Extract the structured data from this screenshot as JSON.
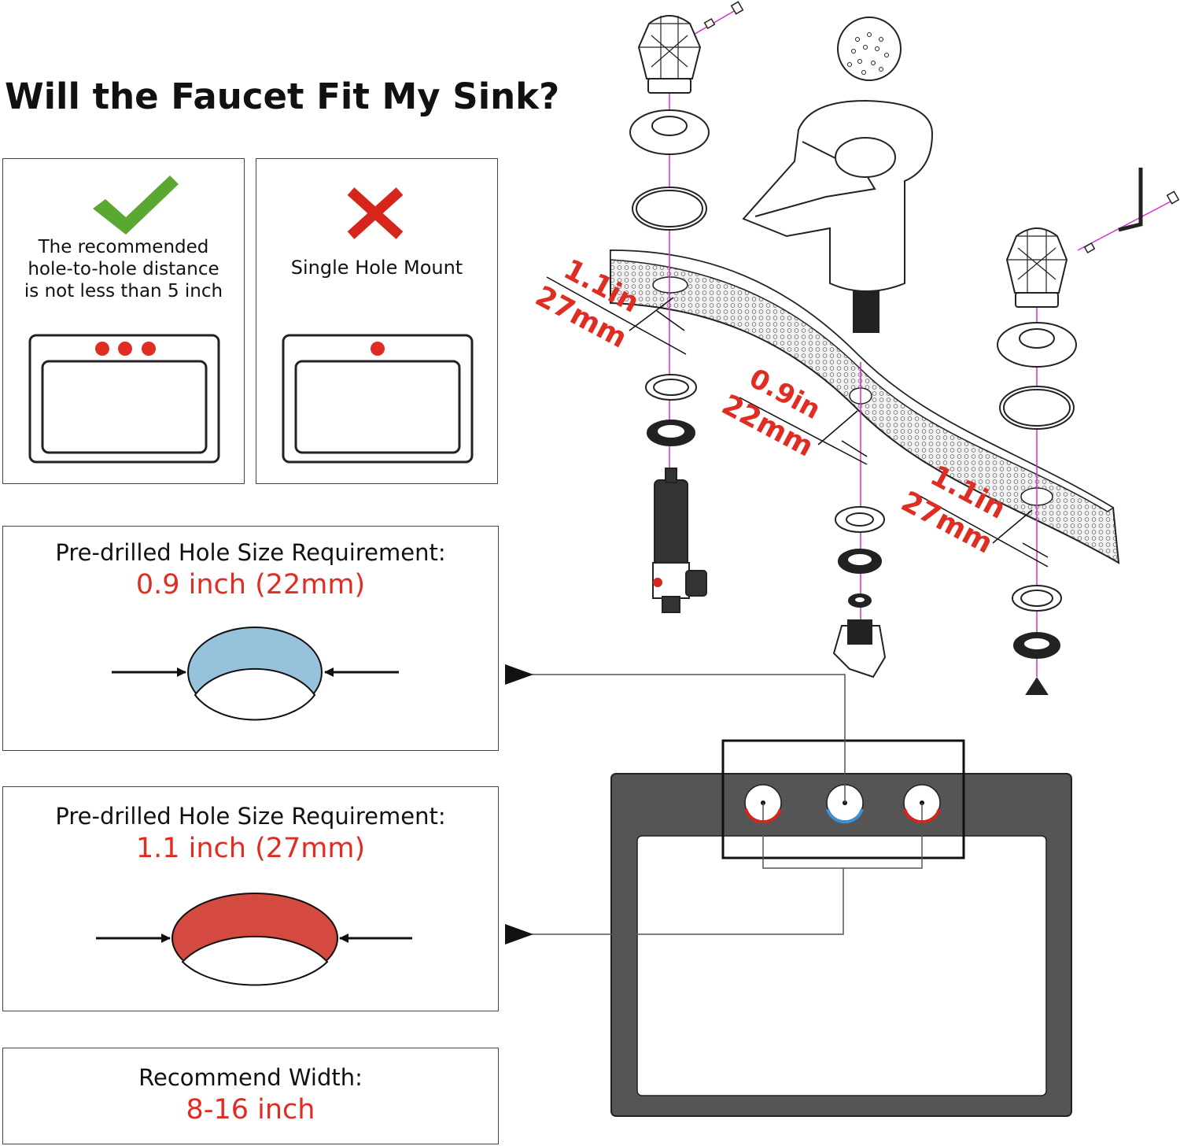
{
  "title": "Will the Faucet Fit My Sink?",
  "fit_panels": {
    "recommended": {
      "status_icon": "check-icon",
      "text_lines": [
        "The recommended",
        "hole-to-hole distance",
        "is not less than 5 inch"
      ],
      "hole_count": 3
    },
    "single": {
      "status_icon": "cross-icon",
      "text": "Single Hole Mount",
      "hole_count": 1
    }
  },
  "requirements": [
    {
      "label": "Pre-drilled Hole Size Requirement:",
      "value": "0.9 inch (22mm)",
      "hole_color": "#97c2dc"
    },
    {
      "label": "Pre-drilled Hole Size Requirement:",
      "value": "1.1 inch (27mm)",
      "hole_color": "#d44a40"
    }
  ],
  "width": {
    "label": "Recommend Width:",
    "value": "8-16 inch"
  },
  "dimensions": {
    "left": {
      "in": "1.1in",
      "mm": "27mm"
    },
    "center": {
      "in": "0.9in",
      "mm": "22mm"
    },
    "right": {
      "in": "1.1in",
      "mm": "27mm"
    }
  },
  "colors": {
    "accent_red": "#e02d23",
    "check_green": "#5aa832",
    "cross_red": "#d6261c",
    "cold_blue": "#3a8fd6",
    "hot_red": "#d6261c",
    "axis_magenta": "#d62fd0",
    "sink_dark": "#555555"
  }
}
